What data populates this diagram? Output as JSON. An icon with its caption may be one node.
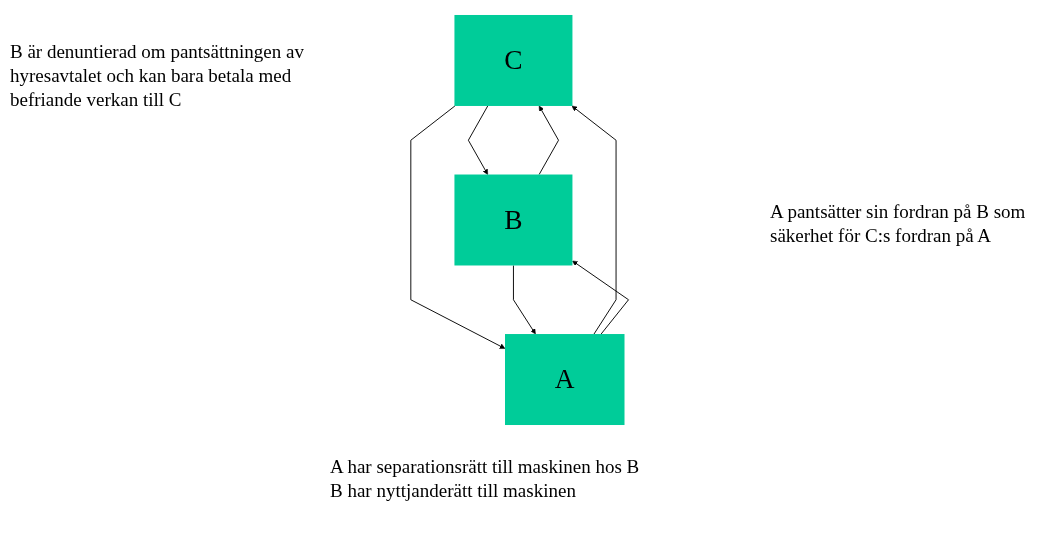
{
  "diagram": {
    "nodes": [
      {
        "text": [
          "C"
        ]
      },
      {
        "text": [
          "B"
        ]
      },
      {
        "text": [
          "A"
        ]
      }
    ],
    "edges": [
      {
        "from": 0,
        "to": 1,
        "arrow": "to"
      },
      {
        "from": 1,
        "to": 0,
        "arrow": "to"
      },
      {
        "from": 2,
        "to": 0,
        "arrow": "to"
      },
      {
        "from": 0,
        "to": 2,
        "arrow": "to"
      },
      {
        "from": 2,
        "to": 1,
        "arrow": "to"
      },
      {
        "from": 1,
        "to": 2,
        "arrow": "to"
      }
    ],
    "labels": [
      "B är denuntierad om pantsättningen av hyresavtalet och kan bara betala med befriande verkan till C",
      "A pantsätter sin fordran på B som säkerhet för C:s fordran på A",
      "A har separationsrätt till maskinen hos B",
      "B har nyttjanderätt till maskinen"
    ]
  }
}
